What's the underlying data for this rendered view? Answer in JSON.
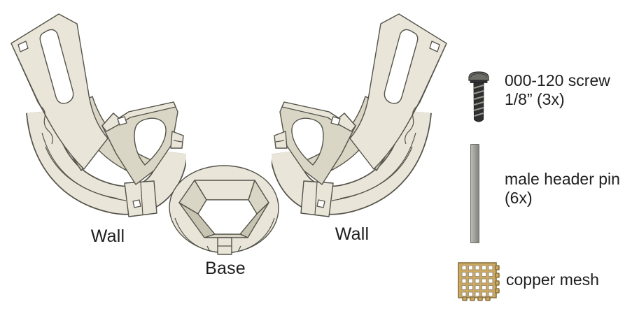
{
  "diagram": {
    "part_labels": {
      "wall_left": "Wall",
      "base": "Base",
      "wall_right": "Wall"
    },
    "legend": [
      {
        "icon": "screw-icon",
        "line1": "000-120 screw",
        "line2": "1/8” (3x)"
      },
      {
        "icon": "male-header-pin-icon",
        "line1": "male header pin",
        "line2": "(6x)"
      },
      {
        "icon": "copper-mesh-icon",
        "line1": "copper mesh",
        "line2": ""
      }
    ]
  },
  "colors": {
    "background": "#ffffff",
    "part_fill": "#e9e6d9",
    "part_fill_mid": "#d9d6c6",
    "part_shade": "#c7c4b2",
    "part_outline": "#55534a",
    "screw_dark": "#343434",
    "screw_light": "#8f8f89",
    "pin_gray": "#9c9c96",
    "mesh_tan": "#cda85f",
    "mesh_border": "#8a7340",
    "text": "#1e1e1e"
  }
}
